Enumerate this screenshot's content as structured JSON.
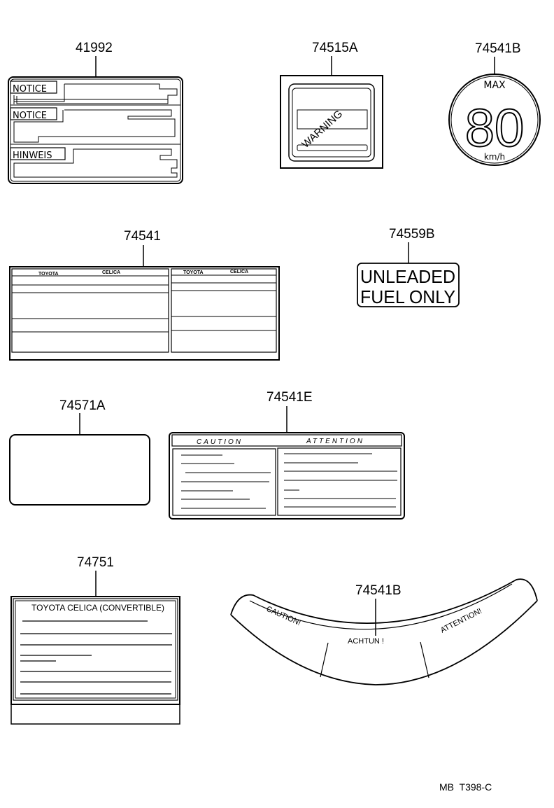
{
  "diagram": {
    "code": "MB  T398-C",
    "parts": [
      {
        "id": "41992",
        "label": "41992",
        "panels": [
          "NOTICE",
          "NOTICE",
          "HINWEIS"
        ]
      },
      {
        "id": "74515A",
        "label": "74515A",
        "text": "WARNING"
      },
      {
        "id": "74541B-speed",
        "label": "74541B",
        "top_text": "MAX",
        "value": "80",
        "unit": "km/h"
      },
      {
        "id": "74541",
        "label": "74541",
        "left_header": [
          "TOYOTA",
          "CELICA"
        ],
        "right_header": [
          "TOYOTA",
          "CELICA"
        ]
      },
      {
        "id": "74559B",
        "label": "74559B",
        "line1": "UNLEADED",
        "line2": "FUEL ONLY"
      },
      {
        "id": "74571A",
        "label": "74571A"
      },
      {
        "id": "74541E",
        "label": "74541E",
        "left_header": "CAUTION",
        "right_header": "ATTENTION"
      },
      {
        "id": "74751",
        "label": "74751",
        "title": "TOYOTA CELICA (CONVERTIBLE)"
      },
      {
        "id": "74541B-arc",
        "label": "74541B",
        "segments": [
          "CAUTION!",
          "ACHTUN !",
          "ATTENTION!"
        ]
      }
    ]
  }
}
